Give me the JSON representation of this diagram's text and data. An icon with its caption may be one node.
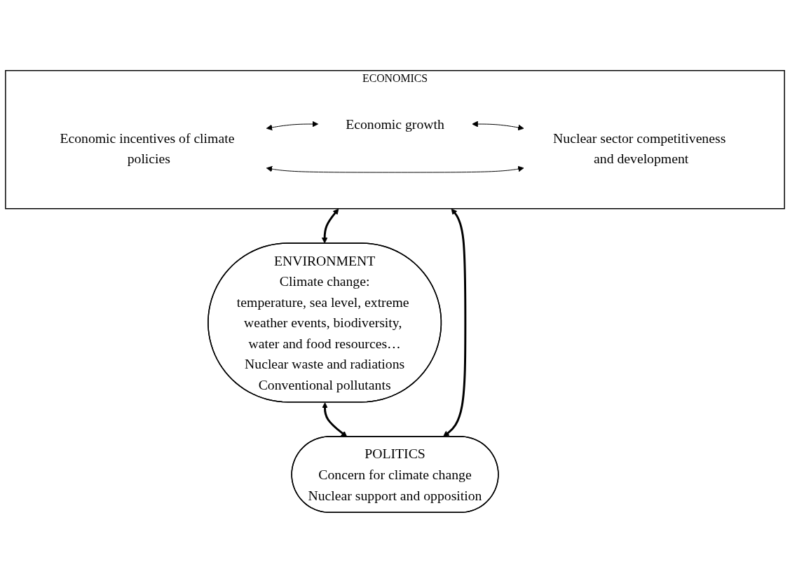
{
  "diagram": {
    "nodes": [
      {
        "text": [
          "ECONOMICS"
        ]
      },
      {
        "text": [
          "Economic growth"
        ],
        "in": 0
      },
      {
        "text": [
          "Economic incentives of climate policies"
        ],
        "in": 0
      },
      {
        "text": [
          "Nuclear sector competitiveness and development"
        ],
        "in": 0
      },
      {
        "text": [
          "POLITICS",
          "Concern for climate change",
          "Nuclear support and opposition"
        ]
      },
      {
        "text": [
          "ENVIRONMENT",
          "Climate change:",
          "temperature, sea level, extreme weather events, biodiversity, water and food resources…",
          "Nuclear waste and radiations",
          "Conventional pollutants"
        ]
      }
    ],
    "edges": [
      {
        "from": 2,
        "to": 1,
        "arrow": "both"
      },
      {
        "from": 1,
        "to": 3,
        "arrow": "both"
      },
      {
        "from": 2,
        "to": 3,
        "arrow": "both"
      },
      {
        "from": 0,
        "to": 5,
        "arrow": "both",
        "style": "thick"
      },
      {
        "from": 0,
        "to": 4,
        "arrow": "both",
        "style": "thick"
      },
      {
        "from": 5,
        "to": 4,
        "arrow": "both",
        "style": "thick"
      }
    ]
  }
}
